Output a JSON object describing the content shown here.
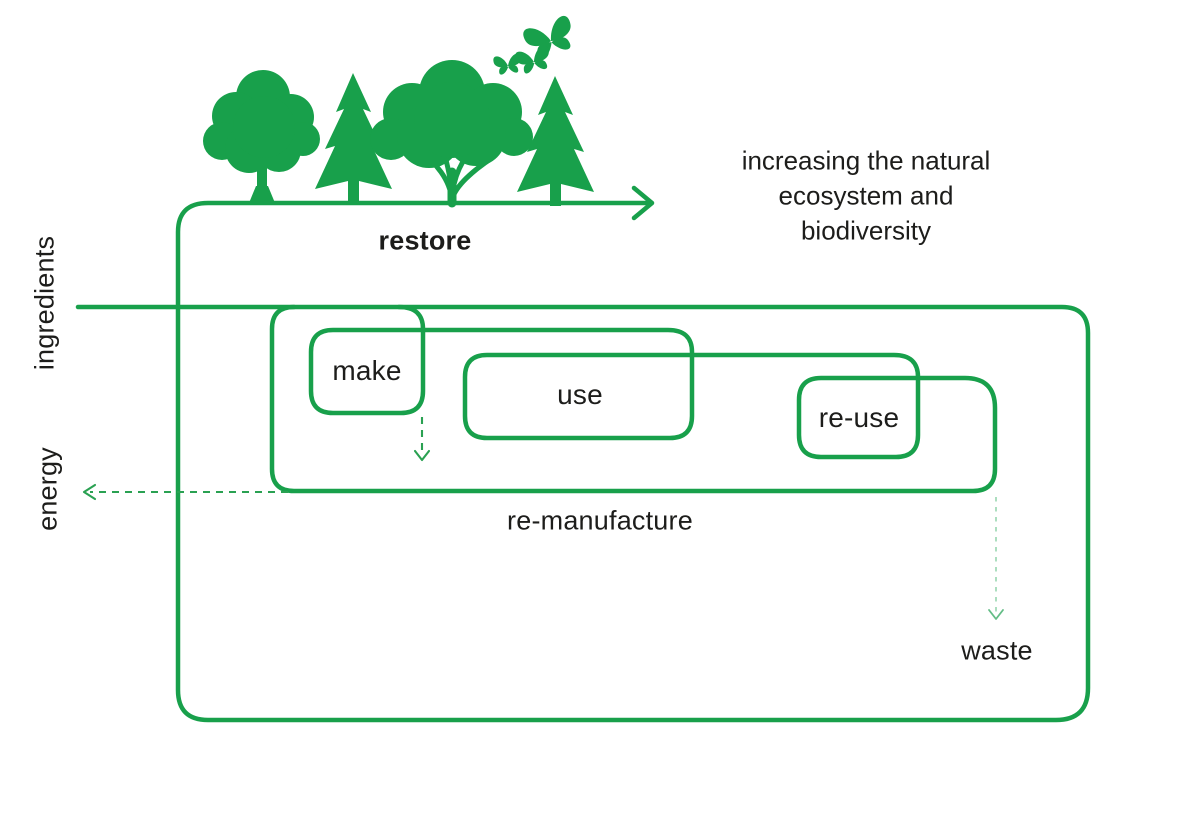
{
  "colors": {
    "green": "#18a04b",
    "dash_green": "#2aa152",
    "waste_dash_green": "#9ed8b4",
    "waste_arrow_green": "#63bd86",
    "text_black": "#1d1d1b"
  },
  "labels": {
    "restore": "restore",
    "ingredients": "ingredients",
    "energy": "energy",
    "make": "make",
    "use": "use",
    "reuse": "re-use",
    "remanufacture": "re-manufacture",
    "waste": "waste"
  },
  "annotation": {
    "lines": [
      "increasing the natural",
      "ecosystem and",
      "biodiversity"
    ]
  },
  "scene": {
    "trees": [
      "deciduous-tree",
      "pine-tree",
      "broadleaf-tree",
      "pine-tree"
    ],
    "butterfly_count": 3
  }
}
